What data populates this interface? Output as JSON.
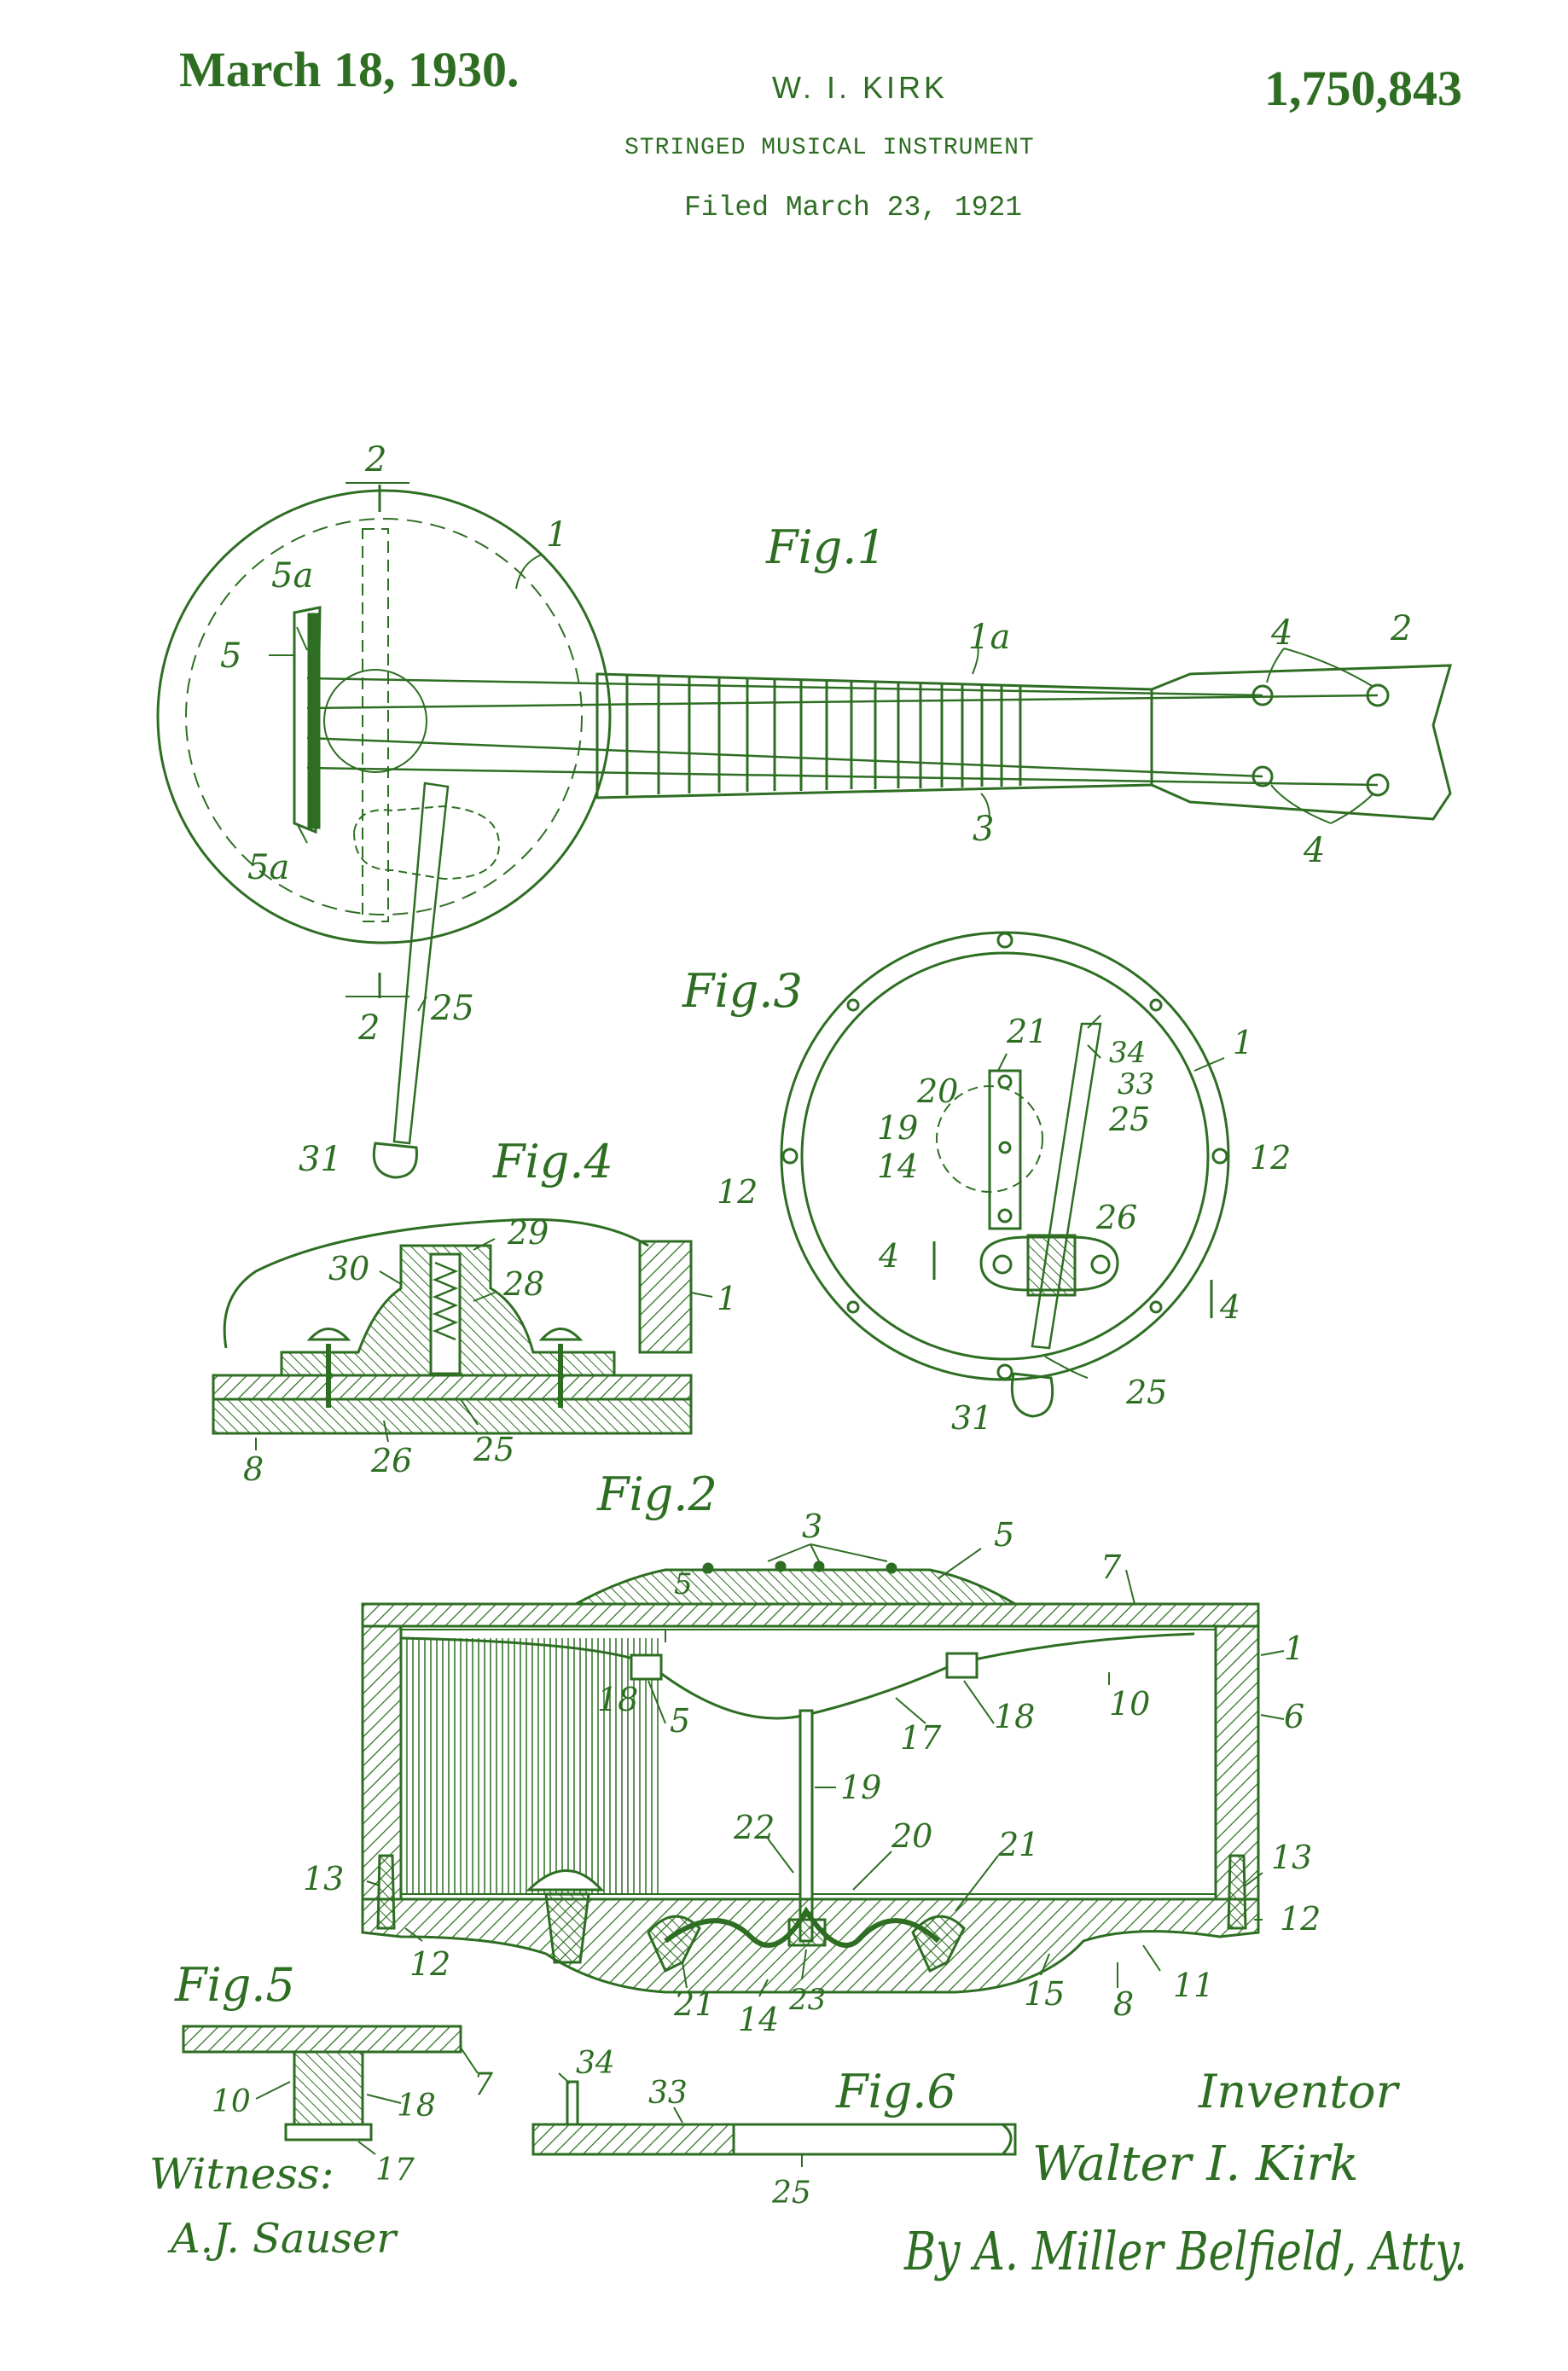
{
  "header": {
    "date": "March 18, 1930.",
    "inventor": "W. I. KIRK",
    "patent_number": "1,750,843",
    "title": "STRINGED MUSICAL INSTRUMENT",
    "filed": "Filed March 23, 1921"
  },
  "figures": {
    "fig1": {
      "label": "Fig.1"
    },
    "fig2": {
      "label": "Fig.2"
    },
    "fig3": {
      "label": "Fig.3"
    },
    "fig4": {
      "label": "Fig.4"
    },
    "fig5": {
      "label": "Fig.5"
    },
    "fig6": {
      "label": "Fig.6"
    }
  },
  "refs": {
    "n1": "1",
    "n1a": "1a",
    "n2": "2",
    "n3": "3",
    "n4": "4",
    "n5": "5",
    "n5a": "5a",
    "n6": "6",
    "n7": "7",
    "n8": "8",
    "n10": "10",
    "n11": "11",
    "n12": "12",
    "n13": "13",
    "n14": "14",
    "n15": "15",
    "n17": "17",
    "n18": "18",
    "n19": "19",
    "n20": "20",
    "n21": "21",
    "n22": "22",
    "n23": "23",
    "n25": "25",
    "n26": "26",
    "n28": "28",
    "n29": "29",
    "n30": "30",
    "n31": "31",
    "n33": "33",
    "n34": "34"
  },
  "signatures": {
    "inventor_heading": "Inventor",
    "inventor_name": "Walter I. Kirk",
    "witness_heading": "Witness:",
    "witness_name": "A.J. Sauser",
    "attorney": "By A. Miller Belfield, Atty."
  },
  "colors": {
    "ink": "#2e6e23",
    "paper": "#ffffff"
  }
}
